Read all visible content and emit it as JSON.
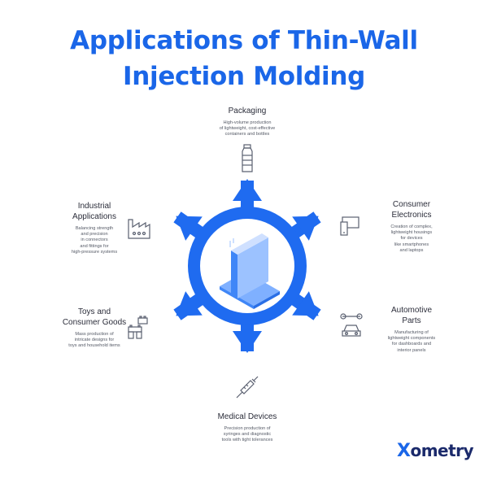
{
  "title": {
    "line1": "Applications of Thin-Wall",
    "line2": "Injection Molding"
  },
  "applications": [
    {
      "id": "packaging",
      "title": [
        "Packaging"
      ],
      "description": [
        "High-volume production",
        "of lightweight, cost-effective",
        "containers and bottles"
      ],
      "icon": "bottle-icon"
    },
    {
      "id": "consumer-electronics",
      "title": [
        "Consumer",
        "Electronics"
      ],
      "description": [
        "Creation of complex,",
        "lightweight housings",
        "for devices",
        "like smartphones",
        "and laptops"
      ],
      "icon": "devices-icon"
    },
    {
      "id": "automotive",
      "title": [
        "Automotive",
        "Parts"
      ],
      "description": [
        "Manufacturing of",
        "lightweight components",
        "for dashboards and",
        "interior panels"
      ],
      "icon": "car-wrench-icon"
    },
    {
      "id": "medical",
      "title": [
        "Medical Devices"
      ],
      "description": [
        "Precision production of",
        "syringes and diagnostic",
        "tools with tight tolerances"
      ],
      "icon": "syringe-icon"
    },
    {
      "id": "toys",
      "title": [
        "Toys and",
        "Consumer Goods"
      ],
      "description": [
        "Mass production of",
        "intricate designs for",
        "toys and household items"
      ],
      "icon": "toy-blocks-icon"
    },
    {
      "id": "industrial",
      "title": [
        "Industrial",
        "Applications"
      ],
      "description": [
        "Balancing strength",
        "and precision",
        "in connectors",
        "and fittings for",
        "high-pressure systems"
      ],
      "icon": "factory-icon"
    }
  ],
  "logo": {
    "mark": "X",
    "text": "ometry"
  },
  "colors": {
    "accent": "#1a66e8",
    "ring": "#1f6bf0",
    "text": "#2b2d3a",
    "icon_stroke": "#5a6070",
    "logo_dark": "#1b2a6b"
  }
}
